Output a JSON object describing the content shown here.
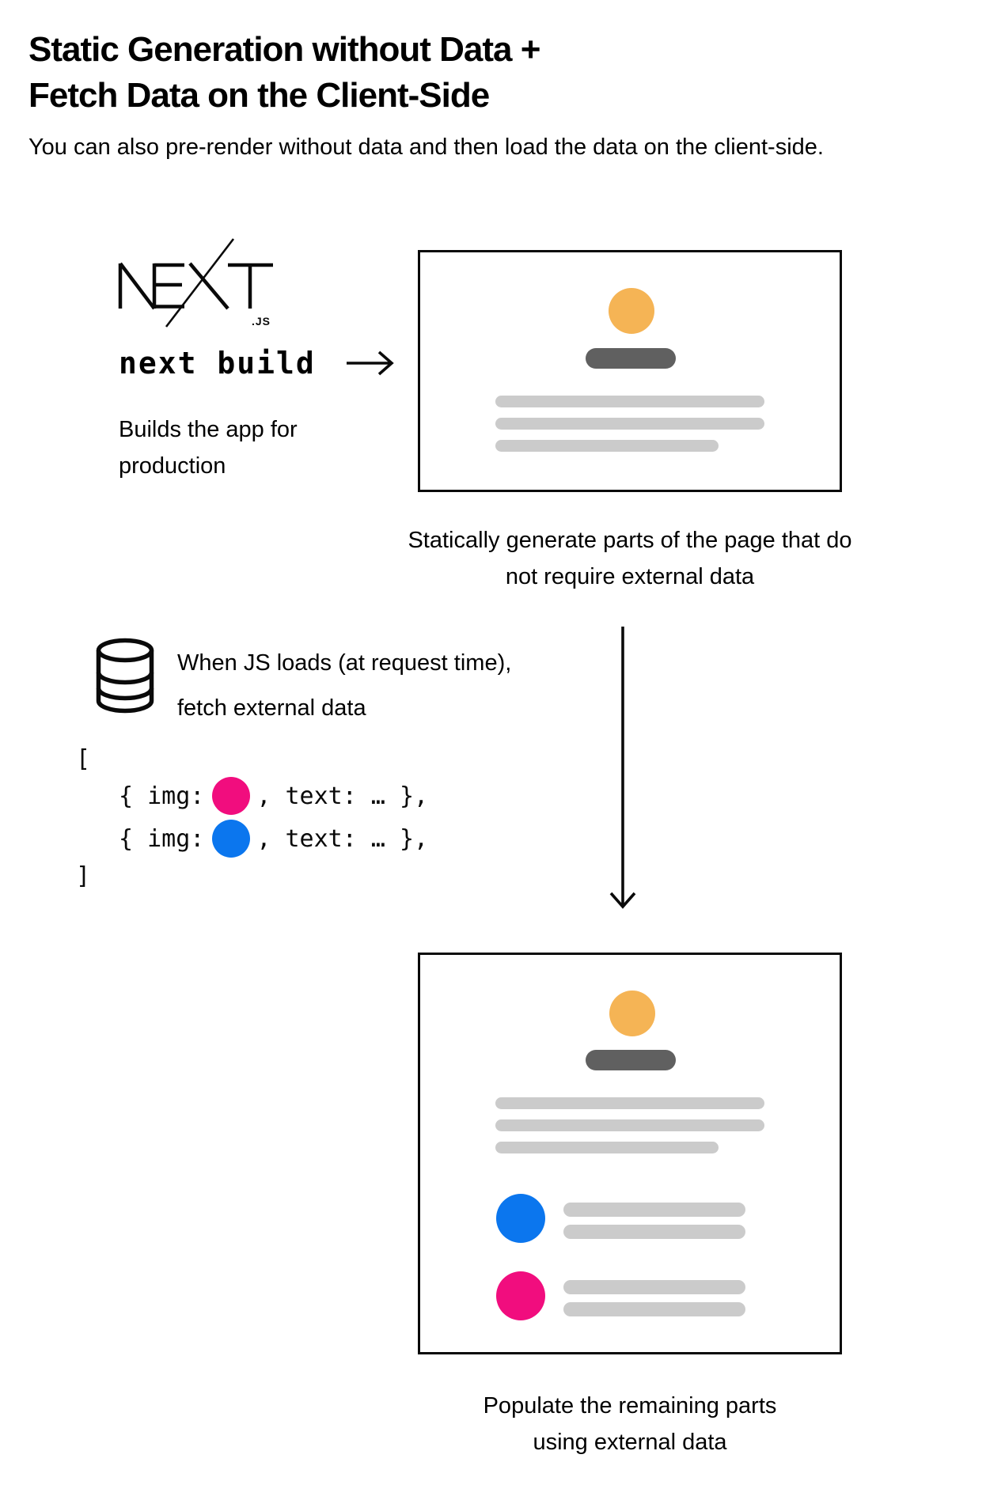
{
  "colors": {
    "orange": "#F5B455",
    "dark_gray": "#606060",
    "light_gray": "#CBCBCB",
    "pink": "#F10D7E",
    "blue": "#0B76EE"
  },
  "header": {
    "title_line1": "Static Generation without Data +",
    "title_line2": "Fetch Data on the Client-Side",
    "subtitle": "You can also pre-render without data and then load the data on the client-side."
  },
  "build_step": {
    "logo_suffix": ".JS",
    "command": "next build",
    "description": "Builds the app for production"
  },
  "static_page_caption": {
    "line1": "Statically generate parts of the page that do",
    "line2": "not require external data"
  },
  "fetch_step": {
    "label_line1": "When JS loads (at request time),",
    "label_line2": "fetch external data",
    "code": {
      "bracket_open": "[",
      "row1_prefix": "{ img:",
      "row1_suffix": ", text: … },",
      "row2_prefix": "{ img:",
      "row2_suffix": ", text: … },",
      "bracket_close": "]"
    }
  },
  "populated_page_caption": {
    "line1": "Populate the remaining parts",
    "line2": "using external data"
  }
}
